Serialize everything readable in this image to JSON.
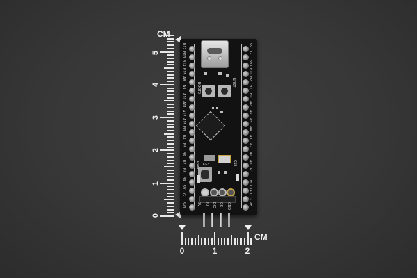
{
  "scene": {
    "subject": "Black development board (STM32 Black Pill style) with USB-C connector, photographed with measurement rulers",
    "background_color": "#3a3a3a",
    "board_color": "#121212"
  },
  "vertical_ruler": {
    "unit": "CM",
    "labels": [
      "5",
      "4",
      "3",
      "2",
      "1",
      "0"
    ]
  },
  "horizontal_ruler": {
    "unit": "CM",
    "labels": [
      "0",
      "1",
      "2"
    ]
  },
  "board": {
    "connector": "USB-C",
    "buttons": [
      {
        "label": "BOOT0"
      },
      {
        "label": "NRST"
      },
      {
        "label": "KEY"
      }
    ],
    "silkscreen": {
      "pwr": "PWR",
      "c13": "C13"
    },
    "left_pins": [
      "B12",
      "B13",
      "B14",
      "B15",
      "A8",
      "A9",
      "A10",
      "A11",
      "A12",
      "A15",
      "B3",
      "B4",
      "B5",
      "B6",
      "B7",
      "B8",
      "B9",
      "5V",
      "G",
      "3V3"
    ],
    "right_pins": [
      "5V",
      "G",
      "3V3",
      "B10",
      "B2",
      "B1",
      "B0",
      "A7",
      "A6",
      "A5",
      "A4",
      "A3",
      "A2",
      "A1",
      "A0",
      "R",
      "C15",
      "C14",
      "C13",
      "VB"
    ],
    "swd_pins": [
      "3V3",
      "SWDIO",
      "SWCLK",
      "GND"
    ],
    "swd_short": [
      "3V",
      "IO",
      "DIO",
      "CK",
      "GND"
    ]
  }
}
